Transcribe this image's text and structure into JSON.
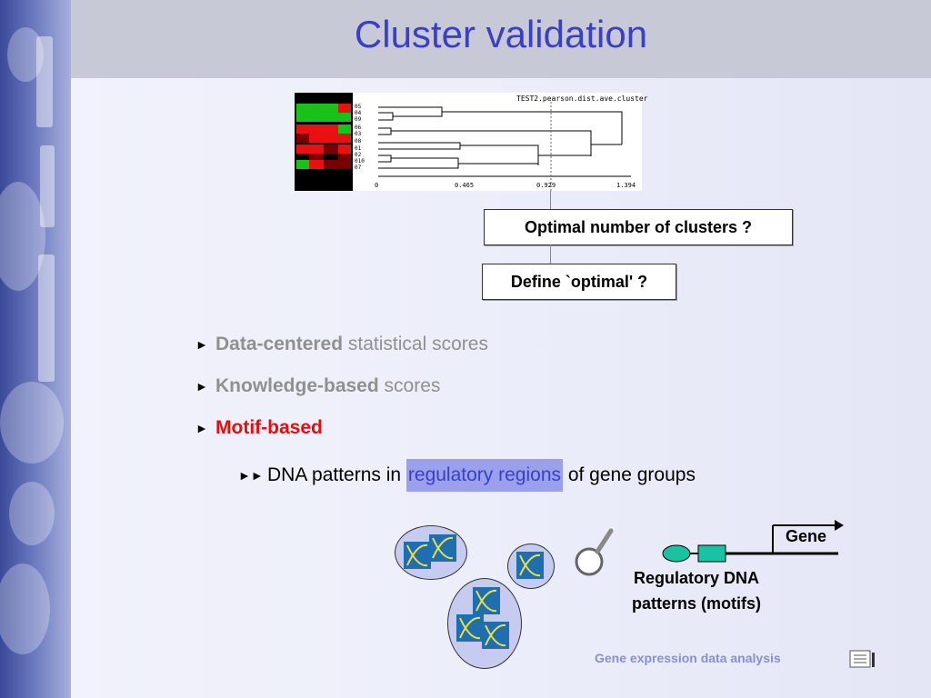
{
  "slide": {
    "title": "Cluster validation",
    "footer": "Gene expression data analysis"
  },
  "dendrogram": {
    "title": "TEST2.pearson.dist.ave.cluster",
    "leaves": [
      "05",
      "04",
      "09",
      "06",
      "03",
      "08",
      "01",
      "02",
      "010",
      "07"
    ],
    "ticks": [
      "0",
      "0.465",
      "0.929",
      "1.394"
    ],
    "heatmap_colors": {
      "green": "#19c219",
      "red": "#e81010",
      "dark_red": "#7a0000",
      "black": "#000000"
    }
  },
  "callouts": {
    "optimal": "Optimal number of clusters ?",
    "define": "Define `optimal' ?"
  },
  "bullets": [
    {
      "bold": "Data-centered",
      "rest": " statistical scores"
    },
    {
      "bold": "Knowledge-based",
      "rest": " scores"
    },
    {
      "bold": "Motif-based",
      "rest": ""
    }
  ],
  "sub_bullet": {
    "pre": "DNA patterns in ",
    "highlight": "regulatory regions",
    "post": " of gene groups"
  },
  "gene_diagram": {
    "gene": "Gene",
    "caption_line1": "Regulatory DNA",
    "caption_line2": "patterns (motifs)"
  },
  "icons": {
    "bullet": "triangle-right-icon",
    "sub_bullet": "double-triangle-right-icon",
    "magnifier": "magnifier-icon",
    "dna": "dna-icon",
    "navigation": "navigation-icon"
  },
  "colors": {
    "title": "#3a3fc8",
    "accent_red": "#e01010",
    "highlight": "#9aa0ea"
  }
}
